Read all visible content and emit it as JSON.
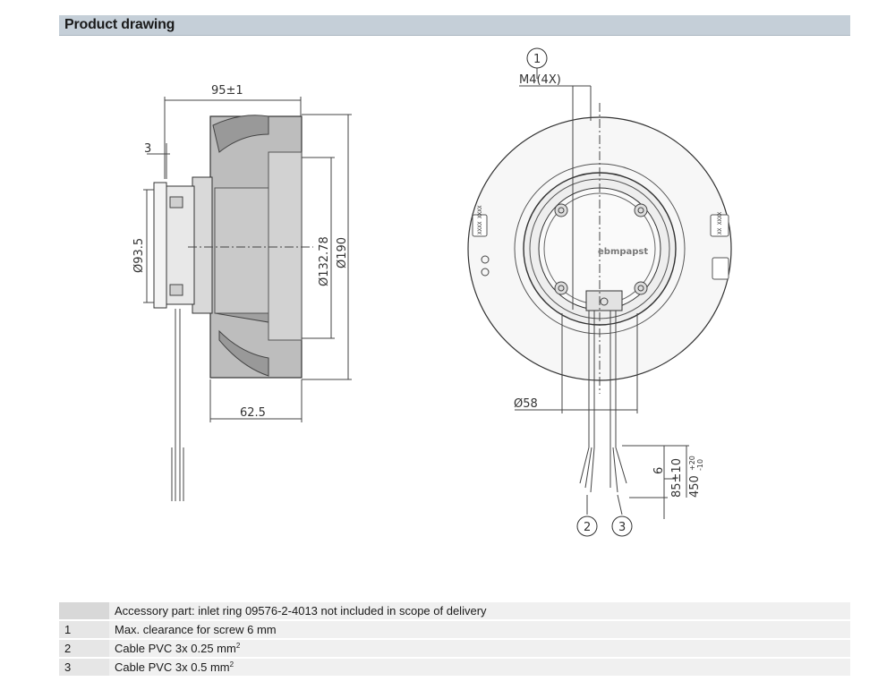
{
  "header": {
    "title": "Product drawing"
  },
  "drawing": {
    "dims": {
      "width_95": "95±1",
      "d3": "3",
      "d93_5": "Ø93.5",
      "d132_78": "Ø132.78",
      "d190": "Ø190",
      "d62_5": "62.5",
      "m4": "M4(4X)",
      "d58": "Ø58",
      "d6": "6",
      "d85": "85±10",
      "d450": "450",
      "d450_tol_up": "+20",
      "d450_tol_dn": "-10"
    },
    "callouts": [
      "1",
      "2",
      "3"
    ],
    "logo": "ebmpapst",
    "label_left": "XXXX XXXX",
    "label_right": "XX XXXX"
  },
  "legend": {
    "rows": [
      {
        "num": "",
        "text": "Accessory part: inlet ring 09576-2-4013 not included in scope of delivery",
        "sup": ""
      },
      {
        "num": "1",
        "text": "Max. clearance for screw 6 mm",
        "sup": ""
      },
      {
        "num": "2",
        "text": "Cable PVC 3x 0.25 mm",
        "sup": "2"
      },
      {
        "num": "3",
        "text": "Cable PVC 3x 0.5 mm",
        "sup": "2"
      }
    ]
  }
}
